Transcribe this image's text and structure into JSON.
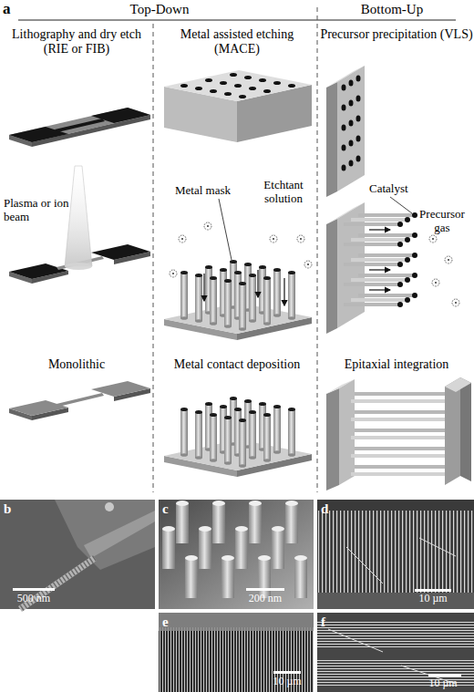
{
  "diagram": {
    "labels": [
      "a",
      "Top-Down",
      "Bottom-Up",
      "Lithography and dry etch (RIE or FIB)",
      "Metal assisted etching (MACE)",
      "Precursor precipitation (VLS)",
      "Metal mask",
      "Etchtant solution",
      "Catalyst",
      "Precursor gas",
      "Plasma or ion beam",
      "Monolithic",
      "Metal contact deposition",
      "Epitaxial integration",
      "b",
      "c",
      "d",
      "e",
      "f",
      "500 nm",
      "200 nm",
      "10 µm",
      "10 µm",
      "10 µm"
    ]
  }
}
